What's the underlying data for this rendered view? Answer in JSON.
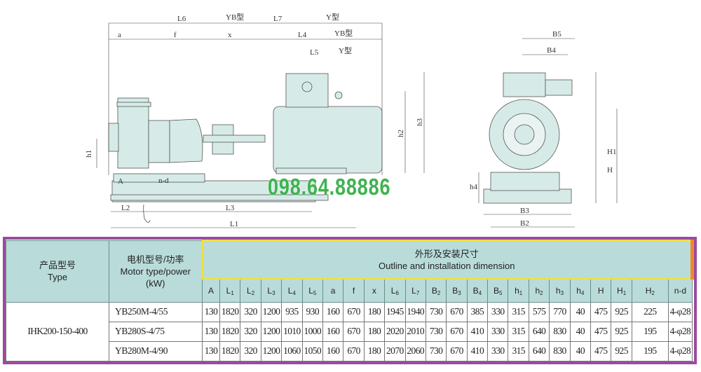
{
  "drawing": {
    "side_view_labels": {
      "L6": "L6",
      "YB_top": "YB型",
      "L7": "L7",
      "Y_top": "Y型",
      "a": "a",
      "f": "f",
      "x": "x",
      "L4": "L4",
      "YB_mid": "YB型",
      "L5": "L5",
      "Y_mid": "Y型",
      "h1": "h1",
      "h2": "h2",
      "h3": "h3",
      "A": "A",
      "nd": "n-d",
      "L2": "L2",
      "L3": "L3",
      "L1": "L1"
    },
    "end_view_labels": {
      "B5": "B5",
      "B4": "B4",
      "H1": "H1",
      "H": "H",
      "h4": "h4",
      "B3": "B3",
      "B2": "B2"
    },
    "phone_watermark": "098.64.88886"
  },
  "table": {
    "header": {
      "type_cn": "产品型号",
      "type_en": "Type",
      "motor_cn": "电机型号/功率",
      "motor_en": "Motor type/power",
      "motor_unit": "(kW)",
      "dim_cn": "外形及安装尺寸",
      "dim_en": "Outline and installation dimension",
      "columns": [
        "A",
        "L1",
        "L2",
        "L3",
        "L4",
        "L5",
        "a",
        "f",
        "x",
        "L6",
        "L7",
        "B2",
        "B3",
        "B4",
        "B5",
        "h1",
        "h2",
        "h3",
        "h4",
        "H",
        "H1",
        "H2",
        "n-d"
      ]
    },
    "product_type": "IHK200-150-400",
    "rows": [
      {
        "motor": "YB250M-4/55",
        "values": [
          "130",
          "1820",
          "320",
          "1200",
          "935",
          "930",
          "160",
          "670",
          "180",
          "1945",
          "1940",
          "730",
          "670",
          "385",
          "330",
          "315",
          "575",
          "770",
          "40",
          "475",
          "925",
          "225",
          "4-φ28"
        ]
      },
      {
        "motor": "YB280S-4/75",
        "values": [
          "130",
          "1820",
          "320",
          "1200",
          "1010",
          "1000",
          "160",
          "670",
          "180",
          "2020",
          "2010",
          "730",
          "670",
          "410",
          "330",
          "315",
          "640",
          "830",
          "40",
          "475",
          "925",
          "195",
          "4-φ28"
        ]
      },
      {
        "motor": "YB280M-4/90",
        "values": [
          "130",
          "1820",
          "320",
          "1200",
          "1060",
          "1050",
          "160",
          "670",
          "180",
          "2070",
          "2060",
          "730",
          "670",
          "410",
          "330",
          "315",
          "640",
          "830",
          "40",
          "475",
          "925",
          "195",
          "4-φ28"
        ]
      }
    ]
  }
}
